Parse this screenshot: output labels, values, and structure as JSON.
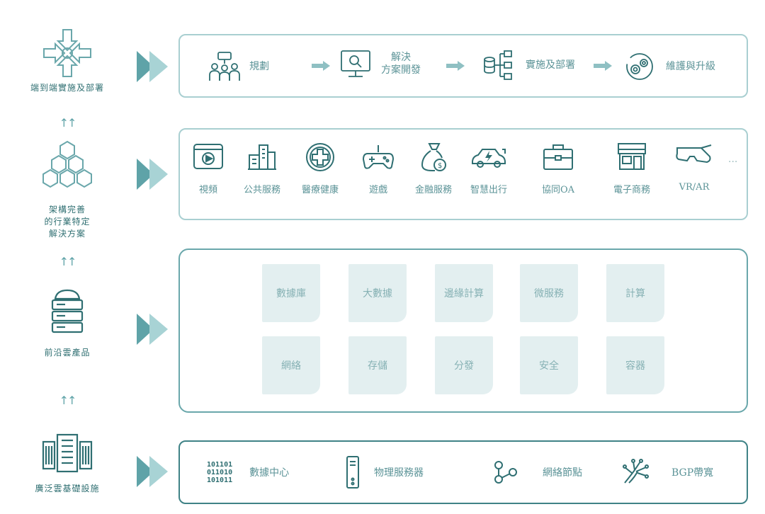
{
  "left": {
    "e2e": "端到端實施及部署",
    "industry_lines": [
      "架構完善",
      "的行業特定",
      "解決方案"
    ],
    "frontier": "前沿雲產品",
    "infra": "廣泛雲基礎設施",
    "up_arrow": "↑↑"
  },
  "process": {
    "steps": [
      {
        "label": "規劃",
        "icon": "team-planning-icon"
      },
      {
        "label_lines": [
          "解決",
          "方案開發"
        ],
        "icon": "monitor-search-icon"
      },
      {
        "label": "實施及部署",
        "icon": "database-network-icon"
      },
      {
        "label": "維護與升級",
        "icon": "gears-icon"
      }
    ]
  },
  "industries": {
    "items": [
      {
        "label": "視頻",
        "icon": "video-icon"
      },
      {
        "label": "公共服務",
        "icon": "buildings-icon"
      },
      {
        "label": "醫療健康",
        "icon": "medical-cross-icon"
      },
      {
        "label": "遊戲",
        "icon": "gamepad-icon"
      },
      {
        "label": "金融服務",
        "icon": "money-bag-icon"
      },
      {
        "label": "智慧出行",
        "icon": "electric-car-icon"
      },
      {
        "label": "協同OA",
        "icon": "briefcase-icon"
      },
      {
        "label": "電子商務",
        "icon": "storefront-icon"
      },
      {
        "label": "VR/AR",
        "icon": "vr-headset-icon"
      }
    ],
    "more": "..."
  },
  "products": {
    "row1": [
      "數據庫",
      "大數據",
      "邊緣計算",
      "微服務",
      "計算"
    ],
    "row2": [
      "網絡",
      "存儲",
      "分發",
      "安全",
      "容器"
    ]
  },
  "infra": {
    "binary": [
      "101101",
      "011010",
      "101011"
    ],
    "items": [
      {
        "label": "數據中心",
        "icon": "binary-icon"
      },
      {
        "label": "物理服務器",
        "icon": "server-icon"
      },
      {
        "label": "網絡節點",
        "icon": "network-nodes-icon"
      },
      {
        "label": "BGP帶寬",
        "icon": "bandwidth-icon"
      }
    ]
  },
  "colors": {
    "accent_dark": "#2f6f72",
    "accent_mid": "#5b9397",
    "tile_bg": "#e3eff0",
    "chevron": "#8fc0c3"
  }
}
